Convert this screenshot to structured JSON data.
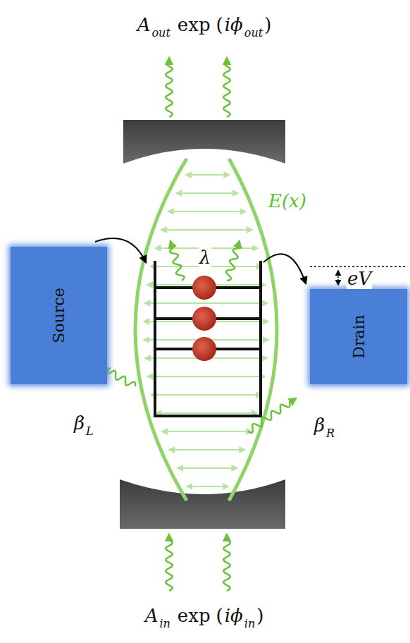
{
  "diagram": {
    "nodes": [
      {
        "text": [
          "Source"
        ]
      },
      {
        "text": [
          "Drain"
        ]
      }
    ],
    "labels": [
      "A",
      "out",
      "exp",
      "(",
      "iϕ",
      "out",
      ")",
      "E(x)",
      "λ",
      "eV",
      "β",
      "L",
      "β",
      "R",
      "A",
      "in",
      "exp",
      "(",
      "iϕ",
      "in",
      ")"
    ]
  }
}
